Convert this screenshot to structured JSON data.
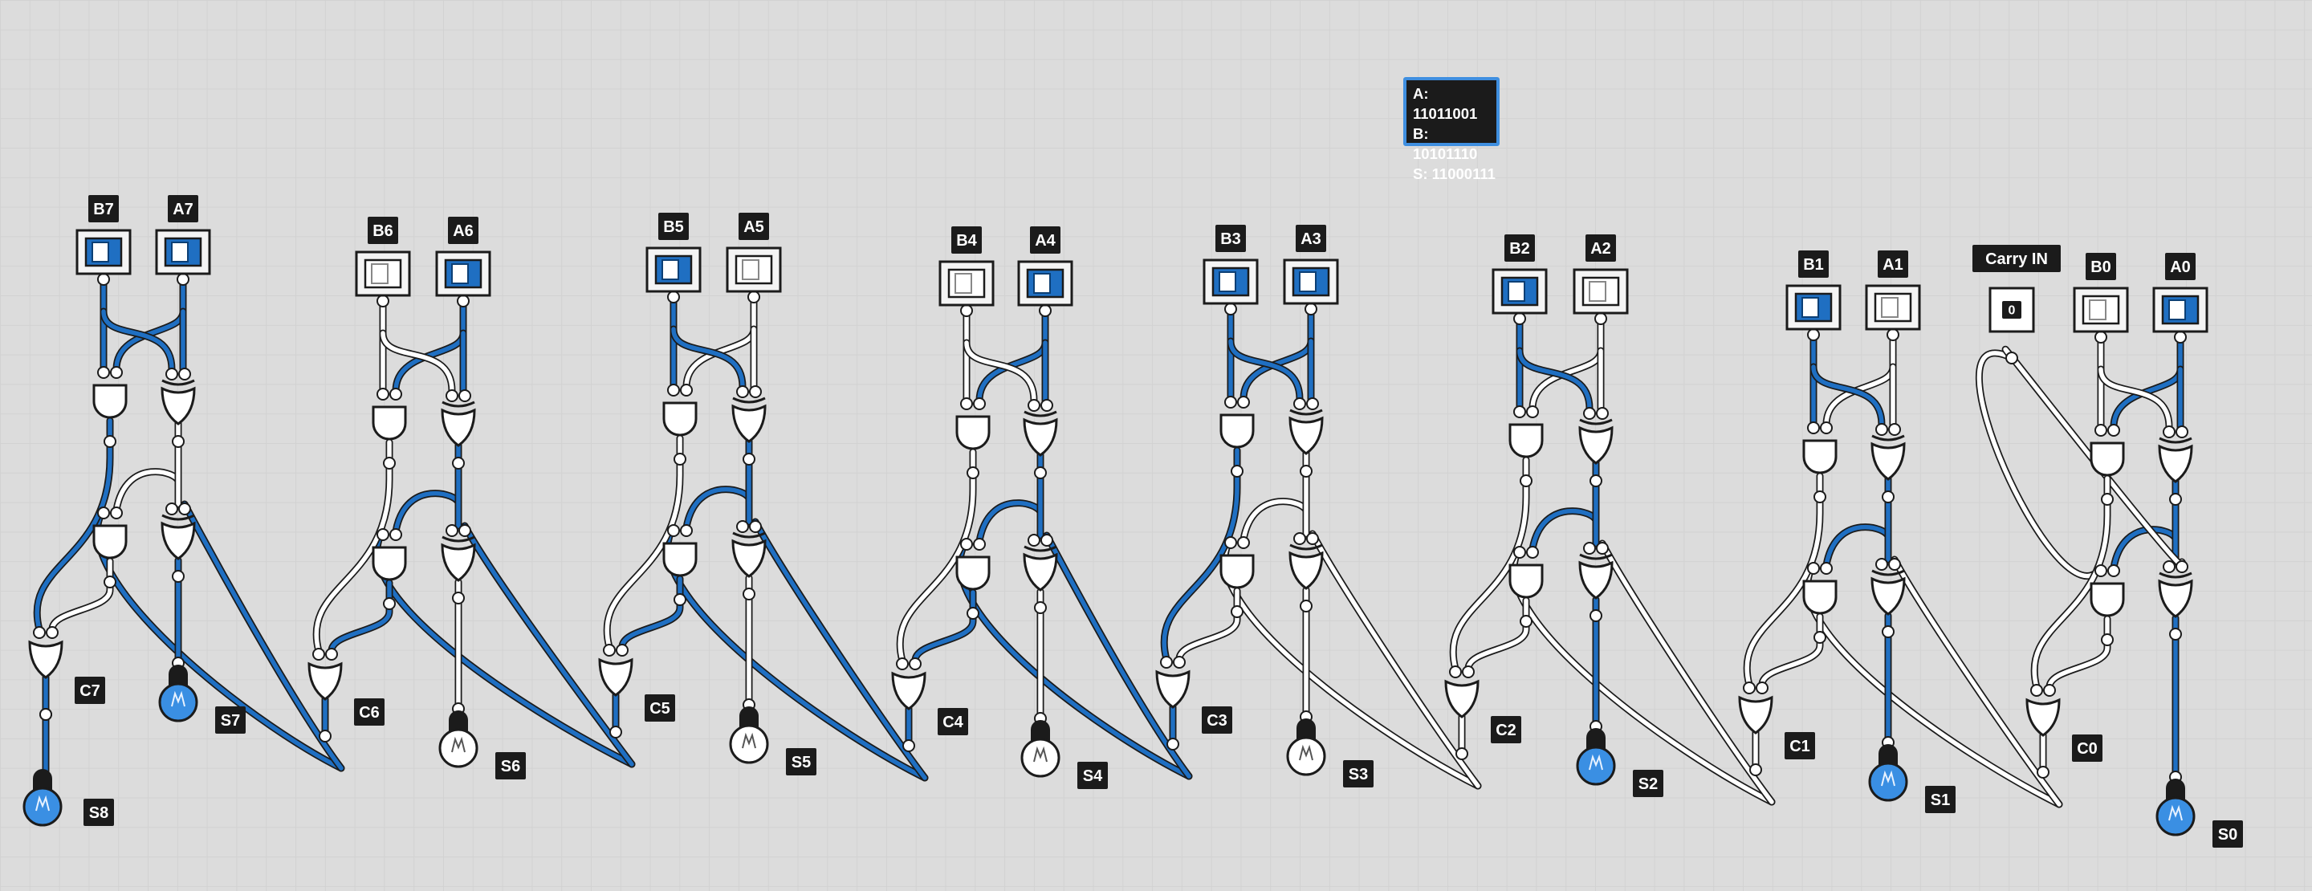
{
  "colors": {
    "active_wire": "#1f6fc2",
    "inactive_wire": "#ffffff",
    "wire_outline": "#1b1b1b",
    "lit_bulb": "#3a8fe3",
    "label_bg": "#1b1b1b"
  },
  "info_panel": {
    "a_line": "A: 11011001",
    "b_line": "B: 10101110",
    "s_line": "S: 11000111"
  },
  "carry_in": {
    "label": "Carry IN",
    "value": "0"
  },
  "stages": [
    {
      "bit": 0,
      "a_label": "A0",
      "b_label": "B0",
      "a_on": true,
      "b_on": false,
      "sum_label": "S0",
      "carry_label": "C0",
      "sum_on": true
    },
    {
      "bit": 1,
      "a_label": "A1",
      "b_label": "B1",
      "a_on": false,
      "b_on": true,
      "sum_label": "S1",
      "carry_label": "C1",
      "sum_on": true
    },
    {
      "bit": 2,
      "a_label": "A2",
      "b_label": "B2",
      "a_on": false,
      "b_on": true,
      "sum_label": "S2",
      "carry_label": "C2",
      "sum_on": true
    },
    {
      "bit": 3,
      "a_label": "A3",
      "b_label": "B3",
      "a_on": true,
      "b_on": true,
      "sum_label": "S3",
      "carry_label": "C3",
      "sum_on": false
    },
    {
      "bit": 4,
      "a_label": "A4",
      "b_label": "B4",
      "a_on": true,
      "b_on": false,
      "sum_label": "S4",
      "carry_label": "C4",
      "sum_on": false
    },
    {
      "bit": 5,
      "a_label": "A5",
      "b_label": "B5",
      "a_on": false,
      "b_on": true,
      "sum_label": "S5",
      "carry_label": "C5",
      "sum_on": false
    },
    {
      "bit": 6,
      "a_label": "A6",
      "b_label": "B6",
      "a_on": true,
      "b_on": false,
      "sum_label": "S6",
      "carry_label": "C6",
      "sum_on": false
    },
    {
      "bit": 7,
      "a_label": "A7",
      "b_label": "B7",
      "a_on": true,
      "b_on": true,
      "sum_label": "S7",
      "carry_label": "C7",
      "sum_on": true
    }
  ],
  "final_output": {
    "label": "S8",
    "on": true
  }
}
